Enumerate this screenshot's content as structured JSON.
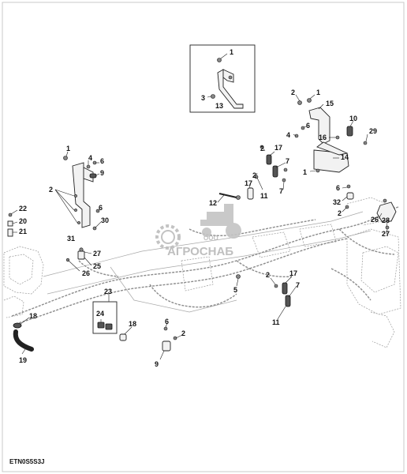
{
  "reference_code": "ETN0S5S3J",
  "watermark": {
    "prefix": "ООО",
    "brand": "АГРОСНАБ"
  },
  "callouts": [
    "1",
    "2",
    "3",
    "4",
    "5",
    "6",
    "7",
    "8",
    "9",
    "10",
    "11",
    "12",
    "13",
    "14",
    "15",
    "16",
    "17",
    "18",
    "19",
    "20",
    "21",
    "22",
    "23",
    "24",
    "25",
    "26",
    "27",
    "28",
    "29",
    "30",
    "31",
    "32"
  ]
}
